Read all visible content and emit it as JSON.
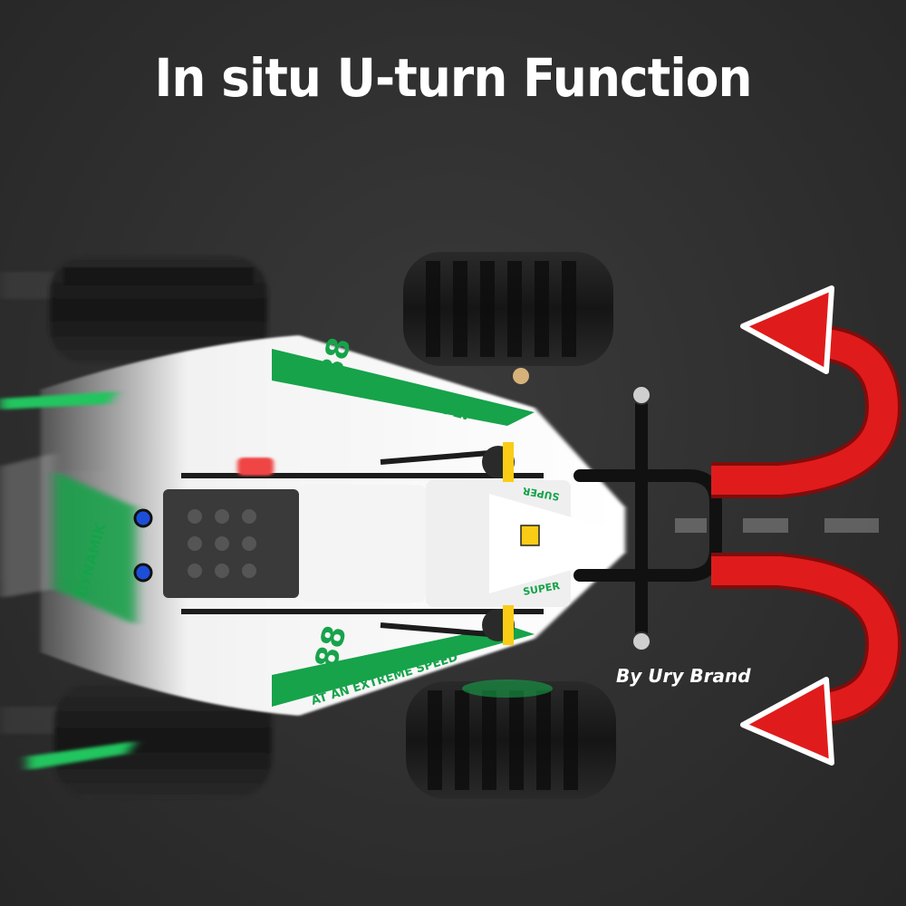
{
  "headline": "In situ U-turn Function",
  "credit": "By Ury Brand",
  "car_decals": {
    "slogan": "AT AN EXTREME SPEED",
    "badge": "SUPER",
    "number": "88",
    "name": "DYNAMIK"
  },
  "colors": {
    "background": "#2e2e2e",
    "arrow": "#e01b1b",
    "accent": "#16a34a",
    "body": "#f2f2f2",
    "tire": "#1a1a1a"
  }
}
